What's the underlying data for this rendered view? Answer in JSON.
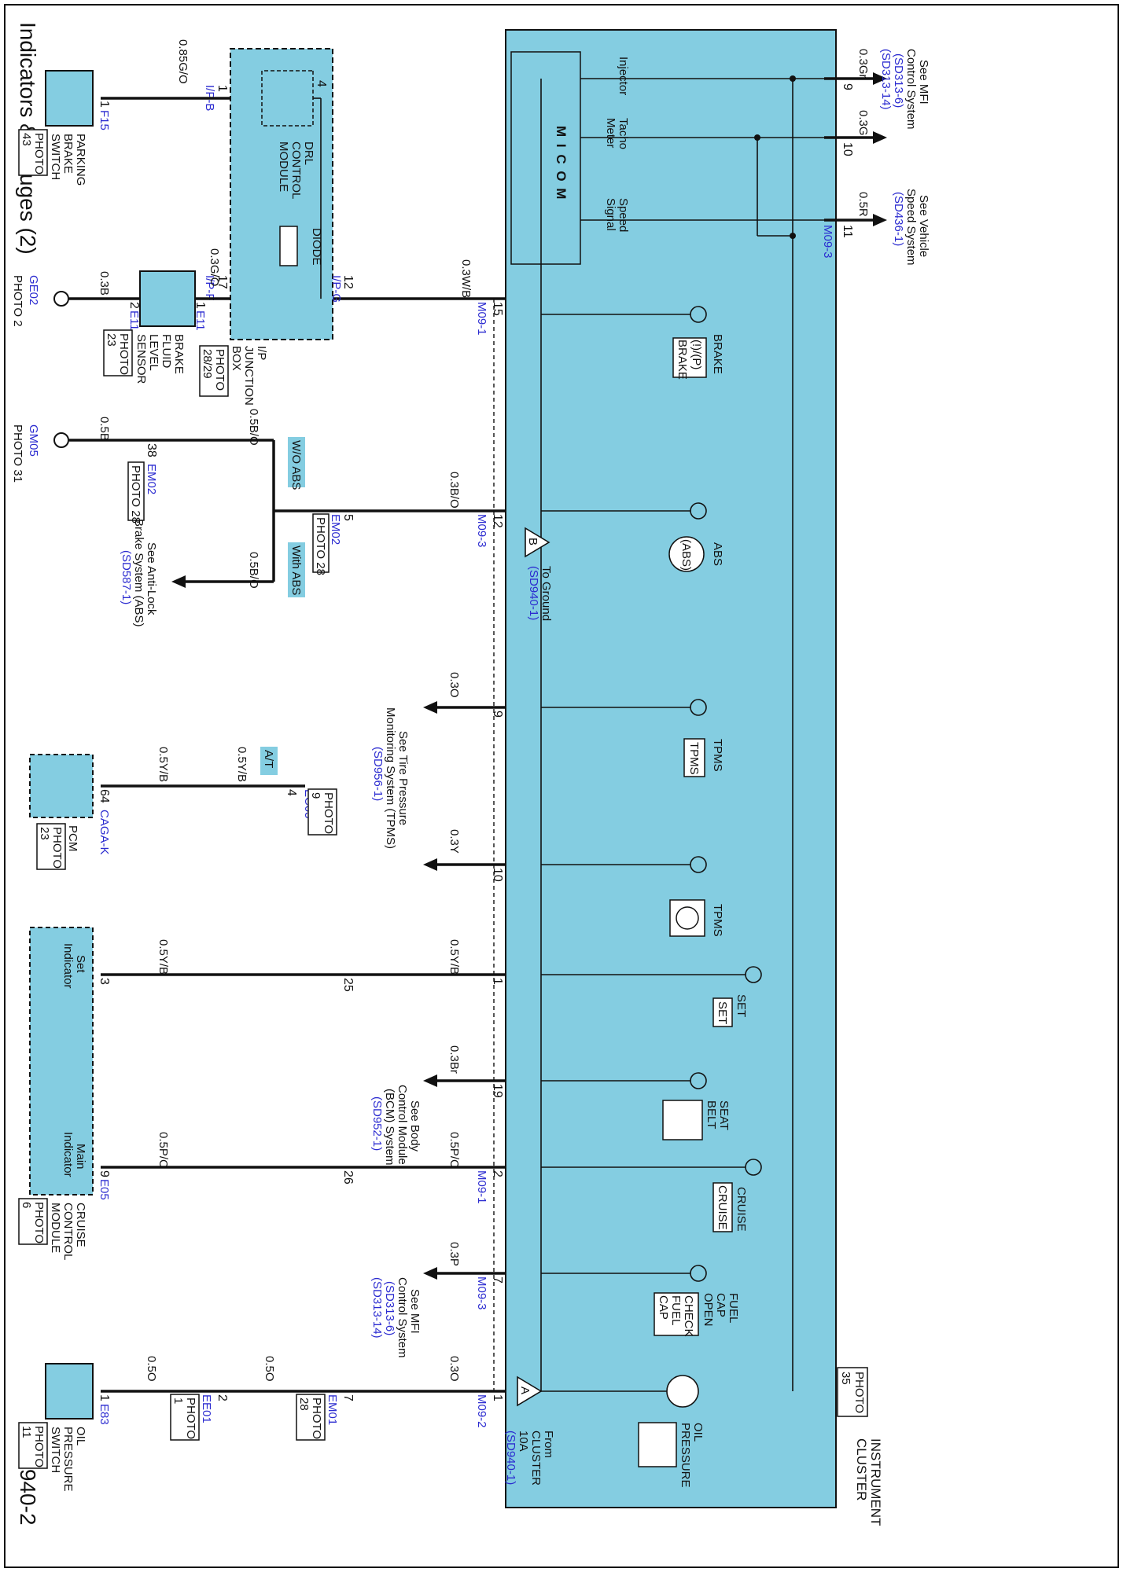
{
  "page": {
    "title": "Indicators & Gauges (2)",
    "code": "SD940-2"
  },
  "cluster": {
    "name_line1": "INSTRUMENT",
    "name_line2": "CLUSTER",
    "photo": "PHOTO",
    "photo_num": "35",
    "micom": "M I C O M",
    "inputs": [
      "Injector",
      "Tacho",
      "Meter",
      "Speed",
      "Signal"
    ],
    "from_line1": "From",
    "from_line2": "CLUSTER",
    "from_line3": "10A",
    "from_ref": "(SD940-1)",
    "tri_a": "A",
    "tri_b": "B",
    "to_ground": "To Ground",
    "to_ground_ref": "(SD940-1)"
  },
  "indicators": {
    "brake_label": "BRAKE",
    "brake_sym1": "(!)/(P)",
    "brake_sym2": "BRAKE",
    "abs_label": "ABS",
    "abs_sym": "(ABS)",
    "tpms_label": "TPMS",
    "tpms_sym": "TPMS",
    "tpms2_label": "TPMS",
    "set_label": "SET",
    "set_sym": "SET",
    "seat_line1": "SEAT",
    "seat_line2": "BELT",
    "cruise_label": "CRUISE",
    "cruise_sym": "CRUISE",
    "fuel_line1": "FUEL",
    "fuel_line2": "CAP",
    "fuel_line3": "OPEN",
    "fuel_sym1": "CHECK",
    "fuel_sym2": "FUEL",
    "fuel_sym3": "CAP",
    "oil_line1": "OIL",
    "oil_line2": "PRESSURE"
  },
  "right_refs": {
    "mfi_line1": "See MFI",
    "mfi_line2": "Control System",
    "mfi_ref1": "(SD313-6)",
    "mfi_ref2": "(SD313-14)",
    "vss_line1": "See Vehicle",
    "vss_line2": "Speed System",
    "vss_ref": "(SD436-1)",
    "wire_9": "0.3Gr",
    "wire_10": "0.3G",
    "wire_11": "0.5R",
    "pin_9": "9",
    "pin_10": "10",
    "pin_11": "11",
    "conn": "M09-3"
  },
  "drl": {
    "module_line1": "DRL",
    "module_line2": "CONTROL",
    "module_line3": "MODULE",
    "diode": "DIODE",
    "pin4": "4",
    "ijb_line1": "I/P",
    "ijb_line2": "JUNCTION",
    "ijb_line3": "BOX",
    "photo": "PHOTO",
    "photo_num": "28/29"
  },
  "wires": {
    "w085go": "0.85G/O",
    "w03go": "0.3G/O",
    "w03wb": "0.3W/B",
    "w03bo": "0.3B/O",
    "w05bo": "0.5B/O",
    "w05bo2": "0.5B/O",
    "w05b": "0.5B",
    "w03b": "0.3B",
    "w03o": "0.3O",
    "w03y": "0.3Y",
    "w05yb_a": "0.5Y/B",
    "w05yb_b": "0.5Y/B",
    "w05yb_c": "0.5Y/B",
    "w05yb_d": "0.5Y/B",
    "w03br": "0.3Br",
    "w05po_a": "0.5P/O",
    "w05po_b": "0.5P/O",
    "w03p": "0.3P",
    "w03o_oil": "0.3O",
    "w05o_a": "0.5O",
    "w05o_b": "0.5O"
  },
  "connectors": {
    "ipb_pin": "1",
    "ipb": "I/P-B",
    "ipf_pin": "17",
    "ipf": "I/P-F",
    "ipg_pin": "12",
    "ipg": "I/P-G",
    "f15_pin": "1",
    "f15": "F15",
    "e11_pin1": "1",
    "e11_a": "E11",
    "e11_pin2": "2",
    "e11_b": "E11",
    "m091_pin15": "15",
    "m091_a": "M09-1",
    "m093_pin12": "12",
    "m093_a": "M09-3",
    "em02_pin38": "38",
    "em02_a": "EM02",
    "em02_photo_a": "PHOTO 28",
    "em02_pin5": "5",
    "em02_b": "EM02",
    "em02_photo_b": "PHOTO 28",
    "tpms_pin9": "9",
    "tpms_pin10": "10",
    "ec03_pin": "4",
    "ec03": "EC03",
    "ec03_photo": "PHOTO",
    "ec03_photo_num": "9",
    "cag_pin": "64",
    "cag": "CAGA-K",
    "pin25": "25",
    "pin1_set": "1",
    "pin3_set": "3",
    "pin19": "19",
    "pin26": "26",
    "pin2_cr": "2",
    "m091_b": "M09-1",
    "pin9_e05": "9",
    "e05": "E05",
    "pin7_fuel": "7",
    "m093_b": "M09-3",
    "pin1_oil": "1",
    "m092": "M09-2",
    "pin7_em01": "7",
    "em01": "EM01",
    "em01_photo": "PHOTO",
    "em01_photo_num": "28",
    "pin2_ee01": "2",
    "ee01": "EE01",
    "ee01_photo": "PHOTO",
    "ee01_photo_num": "1",
    "pin1_e83": "1",
    "e83": "E83"
  },
  "components": {
    "pbs_line1": "PARKING",
    "pbs_line2": "BRAKE",
    "pbs_line3": "SWITCH",
    "pbs_photo": "PHOTO",
    "pbs_photo_num": "43",
    "bfl_line1": "BRAKE",
    "bfl_line2": "FLUID",
    "bfl_line3": "LEVEL",
    "bfl_line4": "SENSOR",
    "bfl_photo": "PHOTO",
    "bfl_photo_num": "23",
    "ge02": "GE02",
    "ge02_photo": "PHOTO 2",
    "gm05": "GM05",
    "gm05_photo": "PHOTO 31",
    "wo_abs": "W/O ABS",
    "with_abs": "With ABS",
    "abs_ref1": "See Anti-Lock",
    "abs_ref2": "Brake System (ABS)",
    "abs_ref3": "(SD587-1)",
    "tpms_ref1": "See Tire Pressure",
    "tpms_ref2": "Monitoring System (TPMS)",
    "tpms_ref3": "(SD956-1)",
    "at": "A/T",
    "pcm": "PCM",
    "pcm_photo": "PHOTO",
    "pcm_photo_num": "23",
    "bcm_ref1": "See Body",
    "bcm_ref2": "Control Module",
    "bcm_ref3": "(BCM) System",
    "bcm_ref4": "(SD952-1)",
    "mfi_ref1": "See MFI",
    "mfi_ref2": "Control System",
    "mfi_ref3": "(SD313-6)",
    "mfi_ref4": "(SD313-14)",
    "ccm_set": "Set",
    "ccm_set2": "Indicator",
    "ccm_main": "Main",
    "ccm_main2": "Indicator",
    "ccm_line1": "CRUISE",
    "ccm_line2": "CONTROL",
    "ccm_line3": "MODULE",
    "ccm_photo": "PHOTO",
    "ccm_photo_num": "6",
    "ops_line1": "OIL",
    "ops_line2": "PRESSURE",
    "ops_line3": "SWITCH",
    "ops_photo": "PHOTO",
    "ops_photo_num": "11"
  }
}
